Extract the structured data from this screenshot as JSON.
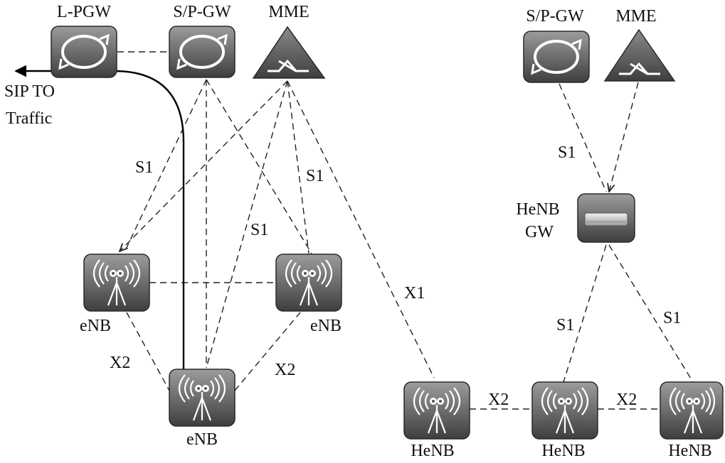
{
  "colors": {
    "device_dark": "#4a4a4a",
    "device_light": "#9c9c9c",
    "line": "#222222",
    "background": "#ffffff"
  },
  "nodes": {
    "lpgw": {
      "label": "L-PGW",
      "icon": "gateway-loop-icon"
    },
    "spgw_left": {
      "label": "S/P-GW",
      "icon": "gateway-loop-icon"
    },
    "mme_left": {
      "label": "MME",
      "icon": "mme-triangle-icon"
    },
    "spgw_right": {
      "label": "S/P-GW",
      "icon": "gateway-loop-icon"
    },
    "mme_right": {
      "label": "MME",
      "icon": "mme-triangle-icon"
    },
    "henb_gw": {
      "label_line1": "HeNB",
      "label_line2": "GW",
      "icon": "henb-gateway-box-icon"
    },
    "enb_left": {
      "label": "eNB",
      "icon": "antenna-tower-icon"
    },
    "enb_right": {
      "label": "eNB",
      "icon": "antenna-tower-icon"
    },
    "enb_bottom": {
      "label": "eNB",
      "icon": "antenna-tower-icon"
    },
    "henb_1": {
      "label": "HeNB",
      "icon": "antenna-tower-icon"
    },
    "henb_2": {
      "label": "HeNB",
      "icon": "antenna-tower-icon"
    },
    "henb_3": {
      "label": "HeNB",
      "icon": "antenna-tower-icon"
    }
  },
  "traffic": {
    "line1": "SIP TO",
    "line2": "Traffic"
  },
  "links": {
    "s1_a": "S1",
    "s1_b": "S1",
    "s1_c": "S1",
    "s1_right_top": "S1",
    "s1_right_l": "S1",
    "s1_right_r": "S1",
    "x1": "X1",
    "x2_left": "X2",
    "x2_right": "X2",
    "x2_henb_a": "X2",
    "x2_henb_b": "X2"
  }
}
